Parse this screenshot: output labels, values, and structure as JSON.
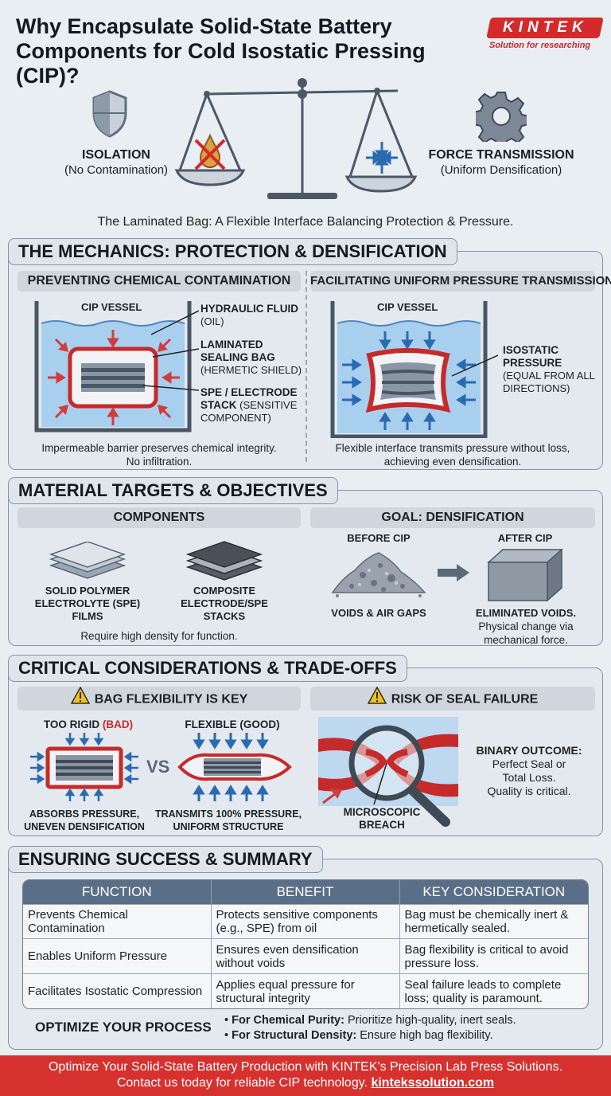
{
  "header": {
    "title": "Why Encapsulate Solid-State Battery Components for Cold Isostatic Pressing (CIP)?",
    "logo_text": "KINTEK",
    "tagline": "Solution for researching",
    "left_label": "ISOLATION",
    "left_sub": "(No Contamination)",
    "right_label": "FORCE TRANSMISSION",
    "right_sub": "(Uniform Densification)",
    "subtitle": "The Laminated Bag: A Flexible Interface Balancing Protection & Pressure."
  },
  "mechanics": {
    "title": "THE MECHANICS: PROTECTION & DENSIFICATION",
    "left": {
      "pill": "PREVENTING CHEMICAL CONTAMINATION",
      "vessel": "CIP VESSEL",
      "label1_bold": "HYDRAULIC FLUID",
      "label1_rest": "(OIL)",
      "label2_bold": "LAMINATED SEALING BAG",
      "label2_rest": "(HERMETIC SHIELD)",
      "label3_bold": "SPE / ELECTRODE STACK",
      "label3_rest": "(SENSITIVE COMPONENT)",
      "caption1": "Impermeable barrier preserves chemical integrity.",
      "caption2": "No infiltration."
    },
    "right": {
      "pill": "FACILITATING UNIFORM PRESSURE TRANSMISSION",
      "vessel": "CIP VESSEL",
      "label_bold": "ISOSTATIC PRESSURE",
      "label_rest": "(EQUAL FROM ALL DIRECTIONS)",
      "caption1": "Flexible interface transmits pressure without loss,",
      "caption2": "achieving even densification."
    }
  },
  "materials": {
    "title": "MATERIAL TARGETS & OBJECTIVES",
    "left_pill": "COMPONENTS",
    "item1": "SOLID POLYMER ELECTROLYTE (SPE) FILMS",
    "item2": "COMPOSITE ELECTRODE/SPE STACKS",
    "left_caption": "Require high density for function.",
    "right_pill": "GOAL: DENSIFICATION",
    "before": "BEFORE CIP",
    "after": "AFTER CIP",
    "before_caption": "VOIDS & AIR GAPS",
    "after_caption": "ELIMINATED VOIDS.",
    "after_sub1": "Physical change via",
    "after_sub2": "mechanical force."
  },
  "critical": {
    "title": "CRITICAL CONSIDERATIONS & TRADE-OFFS",
    "left_pill": "BAG FLEXIBILITY IS KEY",
    "rigid": "TOO RIGID",
    "rigid_bad": "(BAD)",
    "flexible": "FLEXIBLE (GOOD)",
    "vs": "VS",
    "rigid_caption1": "ABSORBS PRESSURE,",
    "rigid_caption2": "UNEVEN DENSIFICATION",
    "flex_caption1": "TRANSMITS 100% PRESSURE,",
    "flex_caption2": "UNIFORM STRUCTURE",
    "right_pill": "RISK OF SEAL FAILURE",
    "breach1": "MICROSCOPIC",
    "breach2": "BREACH",
    "outcome_title": "BINARY OUTCOME:",
    "outcome1": "Perfect Seal or",
    "outcome2": "Total Loss.",
    "outcome3": "Quality is critical."
  },
  "summary": {
    "title": "ENSURING SUCCESS & SUMMARY",
    "headers": [
      "FUNCTION",
      "BENEFIT",
      "KEY CONSIDERATION"
    ],
    "rows": [
      [
        "Prevents Chemical Contamination",
        "Protects sensitive components (e.g., SPE) from oil",
        "Bag must be chemically inert & hermetically sealed."
      ],
      [
        "Enables Uniform Pressure",
        "Ensures even densification without voids",
        "Bag flexibility is critical to avoid pressure loss."
      ],
      [
        "Facilitates Isostatic Compression",
        "Applies equal pressure for structural integrity",
        "Seal failure leads to complete loss; quality is paramount."
      ]
    ],
    "optimize": "OPTIMIZE YOUR PROCESS",
    "bullet1_bold": "For Chemical Purity:",
    "bullet1_rest": "Prioritize high-quality, inert seals.",
    "bullet2_bold": "For Structural Density:",
    "bullet2_rest": "Ensure high bag flexibility."
  },
  "footer": {
    "line1": "Optimize Your Solid-State Battery Production with KINTEK's Precision Lab Press Solutions.",
    "line2": "Contact us today for reliable CIP technology.",
    "link": "kintekssolution.com"
  }
}
